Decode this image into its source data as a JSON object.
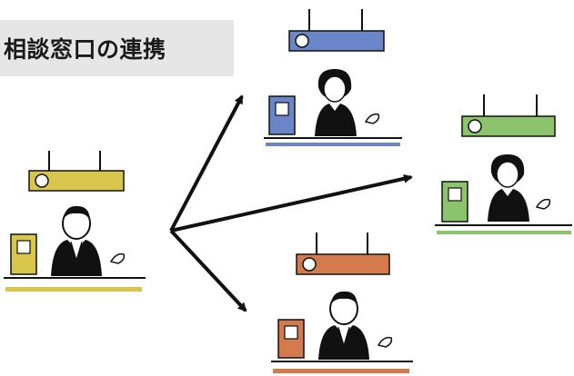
{
  "title": "相談窓口の連携",
  "colors": {
    "center": "#d9c64d",
    "top": "#6a86c9",
    "right": "#8cc46e",
    "bottom": "#d47a4c",
    "ink": "#111111"
  },
  "desks": [
    {
      "id": "center",
      "color_key": "center",
      "person": "man"
    },
    {
      "id": "top",
      "color_key": "top",
      "person": "woman"
    },
    {
      "id": "right",
      "color_key": "right",
      "person": "woman"
    },
    {
      "id": "bottom",
      "color_key": "bottom",
      "person": "man"
    }
  ],
  "arrows": [
    {
      "from": "center",
      "to": "top"
    },
    {
      "from": "center",
      "to": "right"
    },
    {
      "from": "center",
      "to": "bottom"
    }
  ]
}
